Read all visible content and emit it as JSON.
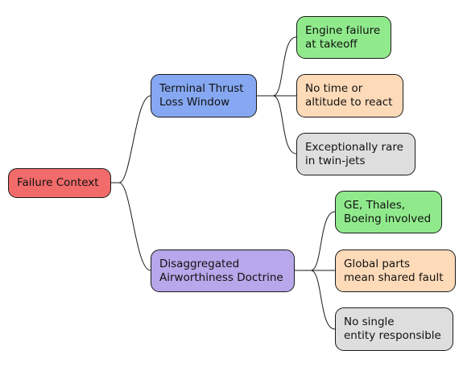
{
  "colors": {
    "root": "#f26b6b",
    "branch_thrust": "#86a8f2",
    "branch_doctrine": "#b8a7ea",
    "leaf_green": "#90ea8c",
    "leaf_peach": "#fddab8",
    "leaf_gray": "#dedede",
    "stroke": "#1a1a1a"
  },
  "mindmap": {
    "root": {
      "lines": [
        "Failure Context"
      ]
    },
    "branches": [
      {
        "lines": [
          "Terminal Thrust",
          "Loss Window"
        ],
        "leaves": [
          {
            "lines": [
              "Engine failure",
              "at takeoff"
            ]
          },
          {
            "lines": [
              "No time or",
              "altitude to react"
            ]
          },
          {
            "lines": [
              "Exceptionally rare",
              "in twin-jets"
            ]
          }
        ]
      },
      {
        "lines": [
          "Disaggregated",
          "Airworthiness Doctrine"
        ],
        "leaves": [
          {
            "lines": [
              "GE, Thales,",
              "Boeing involved"
            ]
          },
          {
            "lines": [
              "Global parts",
              "mean shared fault"
            ]
          },
          {
            "lines": [
              "No single",
              "entity responsible"
            ]
          }
        ]
      }
    ]
  }
}
